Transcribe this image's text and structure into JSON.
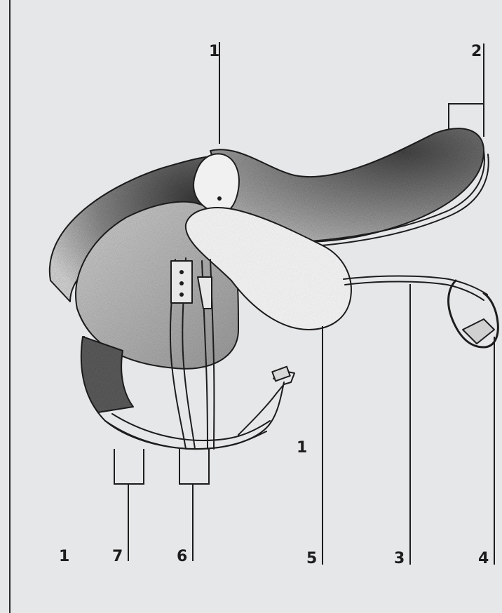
{
  "callouts": {
    "top_left": "1",
    "top_right": "2",
    "middle": "1",
    "bottom_1": "1",
    "bottom_7": "7",
    "bottom_6": "6",
    "bottom_5": "5",
    "bottom_3": "3",
    "bottom_4": "4"
  },
  "colors": {
    "paper": "#e6e7e9",
    "ink": "#1d1d1d",
    "shade": "#5a5a5a"
  }
}
